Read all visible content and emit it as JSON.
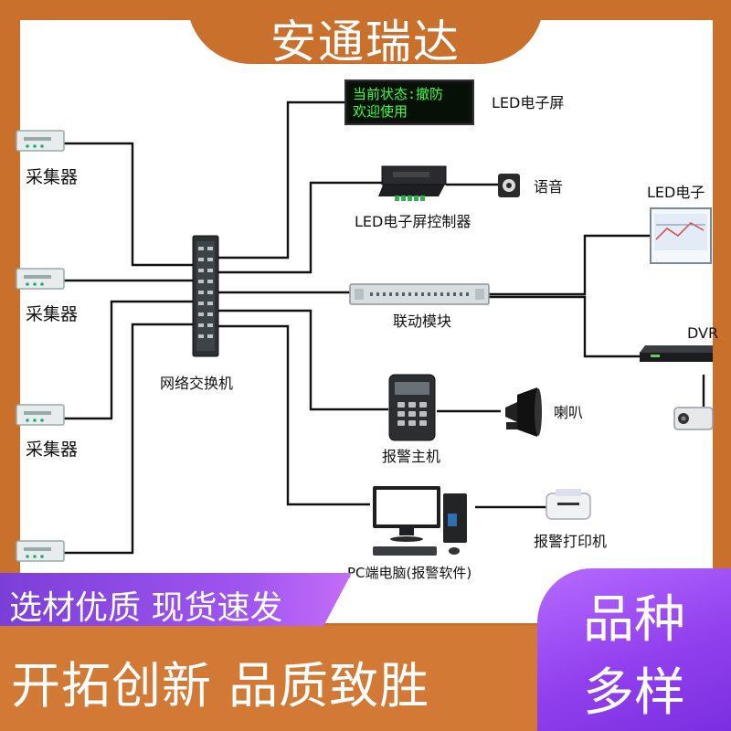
{
  "title": "安通瑞达",
  "nodes": {
    "collector_label": "采集器",
    "switch": "网络交换机",
    "led_screen_top": "LED电子屏",
    "led_display_text_1": "当前状态:撤防",
    "led_display_text_2": "欢迎使用",
    "speaker": "语音",
    "led_controller": "LED电子屏控制器",
    "led_screen_right": "LED电子",
    "linkage_module": "联动模块",
    "dvr": "DVR",
    "alarm_host": "报警主机",
    "horn": "喇叭",
    "pc": "PC端电脑(报警软件)",
    "printer": "报警打印机"
  },
  "banners": {
    "purple": "选材优质 现货速发",
    "orange": "开拓创新 品质致胜",
    "corner_line1": "品种",
    "corner_line2": "多样"
  },
  "colors": {
    "brand_orange": "#c9702c",
    "banner_purple": "#9240ee",
    "led_green": "#3aff3a"
  }
}
